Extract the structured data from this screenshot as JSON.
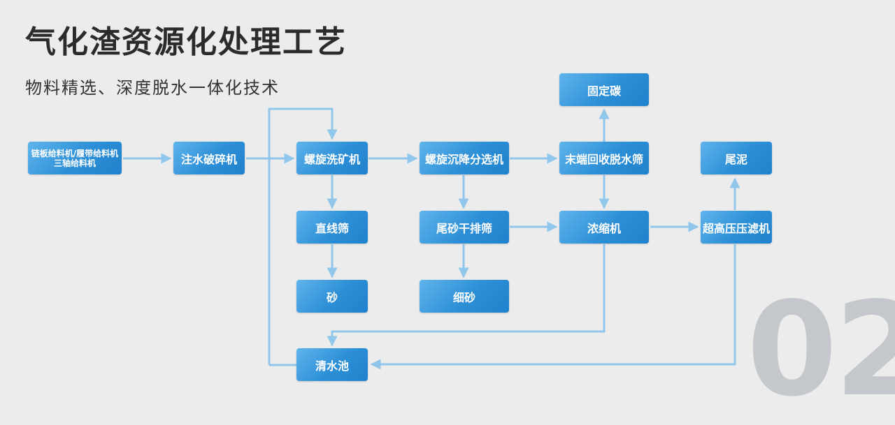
{
  "title": "气化渣资源化处理工艺",
  "subtitle": "物料精选、深度脱水一体化技术",
  "page_number": "02",
  "colors": {
    "node": "#2d8fd6",
    "arrow": "#8fc6ea",
    "background": "#ececec",
    "big_number": "#c4c7cc"
  },
  "nodes": {
    "feeder": {
      "line1": "链板给料机/履带给料机",
      "line2": "三轴给料机"
    },
    "crusher": "注水破碎机",
    "ore_washer": "螺旋洗矿机",
    "settling_separator": "螺旋沉降分选机",
    "dewatering_screen": "末端回收脱水筛",
    "fixed_carbon": "固定碳",
    "linear_screen": "直线筛",
    "sand": "砂",
    "tailings_dry_screen": "尾砂干排筛",
    "fine_sand": "细砂",
    "thickener": "浓缩机",
    "filter_press": "超高压压滤机",
    "tailings_mud": "尾泥",
    "clear_water_pool": "清水池"
  }
}
